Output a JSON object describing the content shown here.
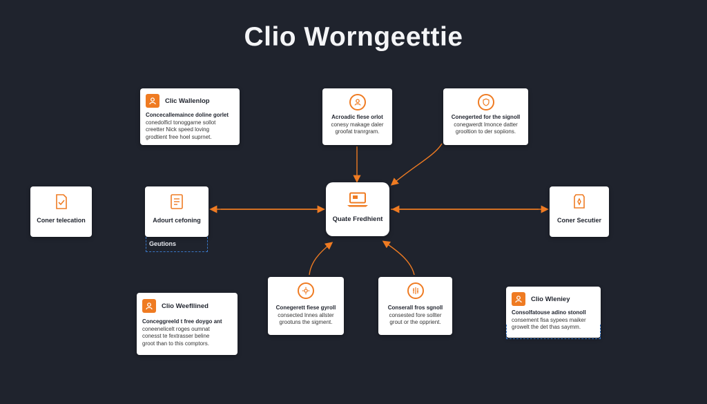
{
  "title": "Clio Worngeettie",
  "accent": "#ef7b22",
  "background": "#1f232d",
  "cards": {
    "top_left": {
      "header": "Clic Wallenlop",
      "lines": [
        "Concecallemaince doline gorlet",
        "conedolficl tonoggarne sollot",
        "creetter Nick speed loving",
        "grodtient free hoel suprnet."
      ]
    },
    "top_center": {
      "lines": [
        "Acroadic fiese orlot",
        "conesy makage daler",
        "groofat tranrgram."
      ]
    },
    "top_right": {
      "lines": [
        "Conegerted for the signoll",
        "conegwerdt Imonce datter",
        "grooltion to der sopiions."
      ]
    },
    "bottom_left": {
      "header": "Clio Weefllined",
      "lines": [
        "Conceggreeld t free doygo ant",
        "coneenelicelt roges oumnat",
        "conesst te fextrasser beline",
        "groot than to this comptors."
      ]
    },
    "bottom_mid_left": {
      "lines": [
        "Conegerett fiese gyroll",
        "consected lnnes allster",
        "grootuns the sigment."
      ]
    },
    "bottom_mid_right": {
      "lines": [
        "Conserall fros sgnoll",
        "consested fore sollter",
        "grout or the opprient."
      ]
    },
    "bottom_right": {
      "header": "Clio Wleniey",
      "lines": [
        "Consolfatouse adino stonoll",
        "consement fisa sypees maiker",
        "growelt the det thas saymm."
      ]
    }
  },
  "nodes": {
    "center": "Quate Fredhient",
    "left_outer": "Coner telecation",
    "left_inner": "Adourt cefoning",
    "left_inner_sub": "Geutions",
    "right_outer": "Coner Secutier"
  },
  "icons": {
    "top_left": "user-badge-icon",
    "top_center": "user-ring-icon",
    "top_right": "shield-ring-icon",
    "center": "laptop-icon",
    "left_outer": "checklist-icon",
    "left_inner": "document-icon",
    "right_outer": "tag-icon",
    "bottom_mid_left": "gear-ring-icon",
    "bottom_mid_right": "circuit-ring-icon",
    "bottom_left": "user-badge-icon",
    "bottom_right": "user-badge-icon"
  }
}
